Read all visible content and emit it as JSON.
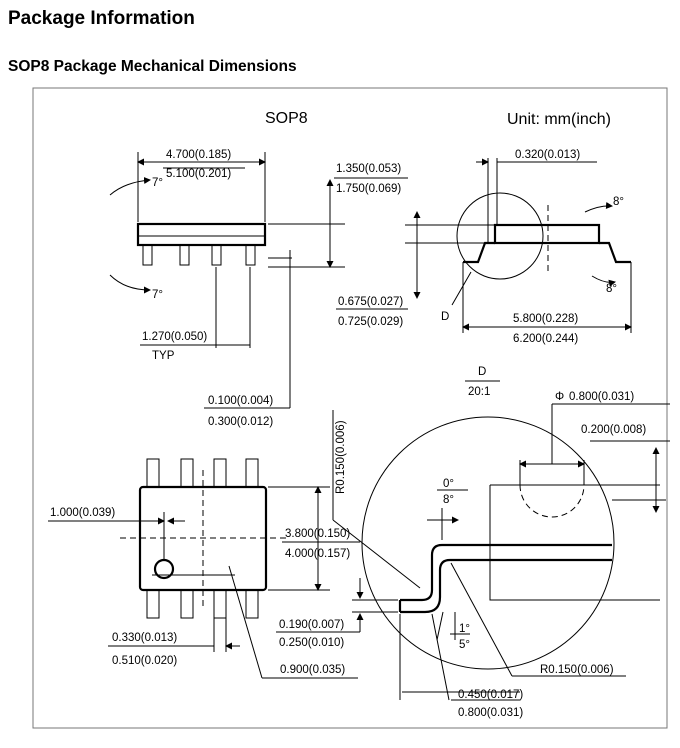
{
  "header": {
    "title": "Package Information",
    "subtitle": "SOP8 Package Mechanical Dimensions"
  },
  "drawing": {
    "package_name": "SOP8",
    "unit": "Unit: mm(inch)",
    "side_view": {
      "length_min": "4.700(0.185)",
      "length_max": "5.100(0.201)",
      "height_min": "1.350(0.053)",
      "height_max": "1.750(0.069)",
      "pitch": "1.270(0.050)",
      "pitch_note": "TYP",
      "standoff_min": "0.100(0.004)",
      "standoff_max": "0.300(0.012)",
      "angle_top": "7°",
      "angle_bottom": "7°"
    },
    "end_view": {
      "lead_thickness": "0.320(0.013)",
      "angle_top": "8°",
      "angle_bottom": "8°",
      "body_height_min": "0.675(0.027)",
      "body_height_max": "0.725(0.029)",
      "detail_marker": "D",
      "span_min": "5.800(0.228)",
      "span_max": "6.200(0.244)"
    },
    "top_view": {
      "pin1_offset": "1.000(0.039)",
      "width_min": "3.800(0.150)",
      "width_max": "4.000(0.157)",
      "lead_width_min": "0.330(0.013)",
      "lead_width_max": "0.510(0.020)",
      "pin1_dot": "0.900(0.035)"
    },
    "detail_view": {
      "label": "D",
      "scale": "20:1",
      "phi_symbol": "Φ",
      "pin_dia": "0.800(0.031)",
      "gap": "0.200(0.008)",
      "radius_top": "R0.150(0.006)",
      "angle_a_min": "0°",
      "angle_a_max": "8°",
      "angle_b_min": "1°",
      "angle_b_max": "5°",
      "lead_thk_min": "0.190(0.007)",
      "lead_thk_max": "0.250(0.010)",
      "radius_bottom": "R0.150(0.006)",
      "foot_min": "0.450(0.017)",
      "foot_max": "0.800(0.031)"
    }
  }
}
